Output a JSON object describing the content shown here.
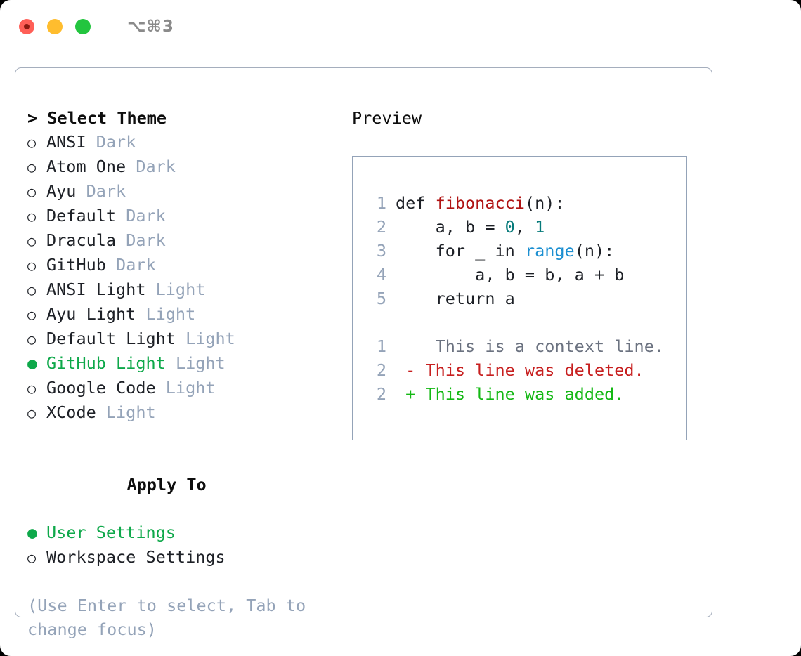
{
  "titlebar": {
    "shortcut": "⌥⌘3",
    "buttons": [
      {
        "name": "close",
        "color": "#ff5f57"
      },
      {
        "name": "minimize",
        "color": "#ffbd2e"
      },
      {
        "name": "maximize",
        "color": "#23c53f"
      }
    ]
  },
  "colors": {
    "accent_green": "#0ea84a",
    "muted": "#94a3b8",
    "text": "#1d2026",
    "border": "#a5aebd",
    "preview_border": "#94a3b8",
    "diff_add": "#14b814",
    "diff_del": "#c71f1f",
    "syntax_fn": "#b01313",
    "syntax_num": "#067a7a",
    "syntax_call": "#1c8fd1"
  },
  "theme_section": {
    "title": "> Select Theme",
    "marker_unselected": "○",
    "marker_selected": "●",
    "options": [
      {
        "label": "ANSI",
        "suffix": "Dark",
        "selected": false
      },
      {
        "label": "Atom One",
        "suffix": "Dark",
        "selected": false
      },
      {
        "label": "Ayu",
        "suffix": "Dark",
        "selected": false
      },
      {
        "label": "Default",
        "suffix": "Dark",
        "selected": false
      },
      {
        "label": "Dracula",
        "suffix": "Dark",
        "selected": false
      },
      {
        "label": "GitHub",
        "suffix": "Dark",
        "selected": false
      },
      {
        "label": "ANSI Light",
        "suffix": "Light",
        "selected": false
      },
      {
        "label": "Ayu Light",
        "suffix": "Light",
        "selected": false
      },
      {
        "label": "Default Light",
        "suffix": "Light",
        "selected": false
      },
      {
        "label": "GitHub Light",
        "suffix": "Light",
        "selected": true
      },
      {
        "label": "Google Code",
        "suffix": "Light",
        "selected": false
      },
      {
        "label": "XCode",
        "suffix": "Light",
        "selected": false
      }
    ]
  },
  "apply_section": {
    "title": "Apply To",
    "options": [
      {
        "label": "User Settings",
        "selected": true
      },
      {
        "label": "Workspace Settings",
        "selected": false
      }
    ]
  },
  "hint": "(Use Enter to select, Tab to change focus)",
  "preview": {
    "title": "Preview",
    "code_lines": [
      {
        "num": "1",
        "tokens": [
          {
            "text": "def ",
            "kind": "plain"
          },
          {
            "text": "fibonacci",
            "kind": "fn"
          },
          {
            "text": "(n):",
            "kind": "plain"
          }
        ]
      },
      {
        "num": "2",
        "tokens": [
          {
            "text": "    a, b = ",
            "kind": "plain"
          },
          {
            "text": "0",
            "kind": "num"
          },
          {
            "text": ", ",
            "kind": "plain"
          },
          {
            "text": "1",
            "kind": "num"
          }
        ]
      },
      {
        "num": "3",
        "tokens": [
          {
            "text": "    for _ in ",
            "kind": "plain"
          },
          {
            "text": "range",
            "kind": "call"
          },
          {
            "text": "(n):",
            "kind": "plain"
          }
        ]
      },
      {
        "num": "4",
        "tokens": [
          {
            "text": "        a, b = b, a + b",
            "kind": "plain"
          }
        ]
      },
      {
        "num": "5",
        "tokens": [
          {
            "text": "    return a",
            "kind": "plain"
          }
        ]
      }
    ],
    "diff_lines": [
      {
        "num": "1",
        "marker": " ",
        "text": "  This is a context line.",
        "kind": "ctx"
      },
      {
        "num": "2",
        "marker": "-",
        "text": " This line was deleted.",
        "kind": "del"
      },
      {
        "num": "2",
        "marker": "+",
        "text": " This line was added.",
        "kind": "add"
      }
    ]
  }
}
